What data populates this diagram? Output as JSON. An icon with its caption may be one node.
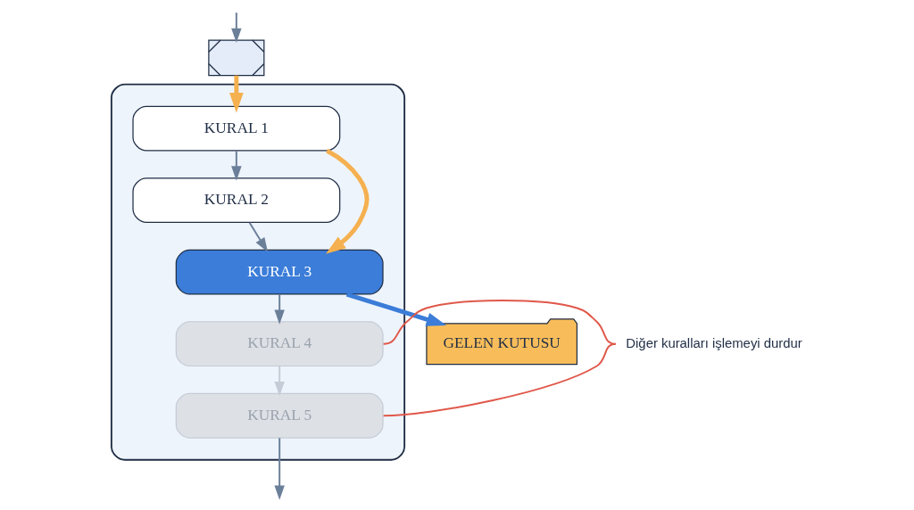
{
  "diagram": {
    "nodes": [
      {
        "text": [],
        "shape": "envelope"
      },
      {
        "text": [],
        "shape": "box"
      },
      {
        "text": [
          "KURAL 1"
        ],
        "in": 1
      },
      {
        "text": [
          "KURAL 2"
        ],
        "in": 1
      },
      {
        "text": [
          "KURAL 3"
        ],
        "in": 1
      },
      {
        "text": [
          "KURAL 4"
        ],
        "in": 1
      },
      {
        "text": [
          "KURAL 5"
        ],
        "in": 1
      },
      {
        "text": [
          "GELEN KUTUSU"
        ]
      },
      {
        "text": [
          "Diğer kuralları işlemeyi durdur"
        ]
      }
    ],
    "edges": [
      {
        "from": null,
        "to": 0,
        "arrow": "to"
      },
      {
        "from": 0,
        "to": 2,
        "arrow": "to",
        "style": "thick",
        "color": "#f5b04f"
      },
      {
        "from": 2,
        "to": 3,
        "arrow": "to"
      },
      {
        "from": 3,
        "to": 4,
        "arrow": "to"
      },
      {
        "from": 4,
        "to": 5,
        "arrow": "to"
      },
      {
        "from": 5,
        "to": 6,
        "arrow": "to",
        "color": "#c5ccd6"
      },
      {
        "from": 6,
        "to": null,
        "arrow": "to"
      },
      {
        "from": 2,
        "to": 4,
        "arrow": "to",
        "style": "thick",
        "color": "#f5b04f"
      },
      {
        "from": 4,
        "to": 7,
        "arrow": "to",
        "style": "thick",
        "color": "#3b7dd8"
      },
      {
        "from": 8,
        "to": 5,
        "arrow": "none",
        "color": "#e0584a"
      },
      {
        "from": 8,
        "to": 6,
        "arrow": "none",
        "color": "#e0584a"
      }
    ]
  }
}
